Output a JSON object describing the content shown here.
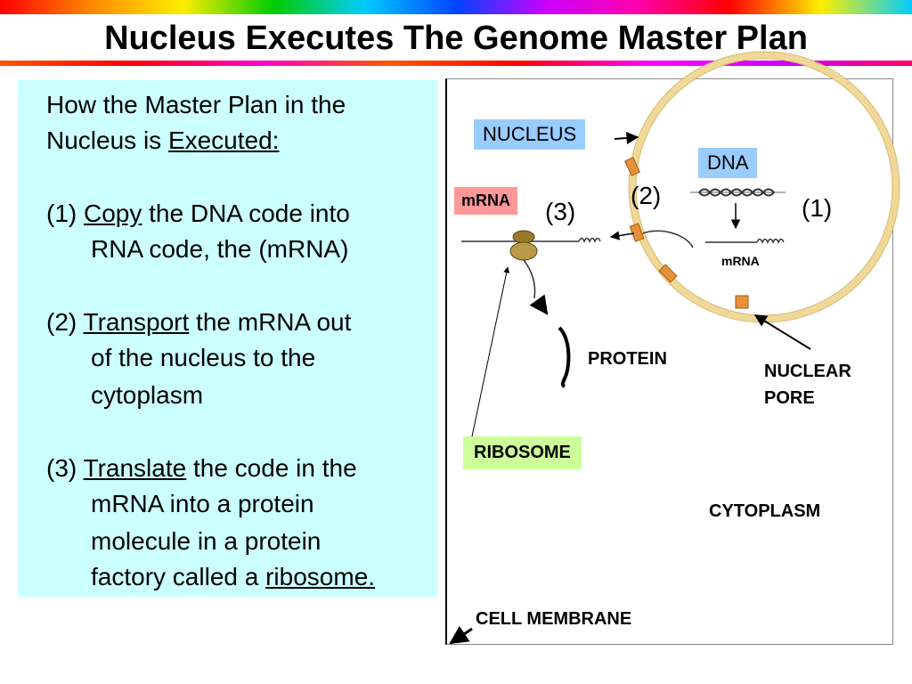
{
  "title": "Nucleus Executes The Genome Master Plan",
  "left_panel": {
    "line1": "How the Master Plan in the",
    "line2_pre": "Nucleus is ",
    "line2_u": "Executed:",
    "s1_num": "(1) ",
    "s1_u": "Copy",
    "s1_rest": " the DNA code into",
    "s1_line2": "RNA code, the (mRNA)",
    "s2_num": "(2) ",
    "s2_u": "Transport",
    "s2_rest": " the mRNA out",
    "s2_line2": "of the nucleus to the",
    "s2_line3": "cytoplasm",
    "s3_num": "(3) ",
    "s3_u": "Translate",
    "s3_rest": " the code in the",
    "s3_line2": "mRNA into a protein",
    "s3_line3": "molecule in a protein",
    "s3_line4_pre": "factory called a ",
    "s3_line4_u": "ribosome."
  },
  "diagram": {
    "nucleus": "NUCLEUS",
    "dna": "DNA",
    "mrna_box": "mRNA",
    "mrna_inner": "mRNA",
    "step1": "(1)",
    "step2": "(2)",
    "step3": "(3)",
    "protein": "PROTEIN",
    "nuclear_pore_1": "NUCLEAR",
    "nuclear_pore_2": "PORE",
    "ribosome": "RIBOSOME",
    "cytoplasm": "CYTOPLASM",
    "cell_membrane": "CELL MEMBRANE"
  },
  "colors": {
    "panel_bg": "#ccffff",
    "nucleus_box": "#99ccff",
    "dna_box": "#99ccff",
    "mrna_box": "#ff9999",
    "ribosome_box": "#ccff99",
    "nuclear_membrane": "#f0d898",
    "pore": "#e8903a",
    "ribosome": "#9a7a2a"
  }
}
